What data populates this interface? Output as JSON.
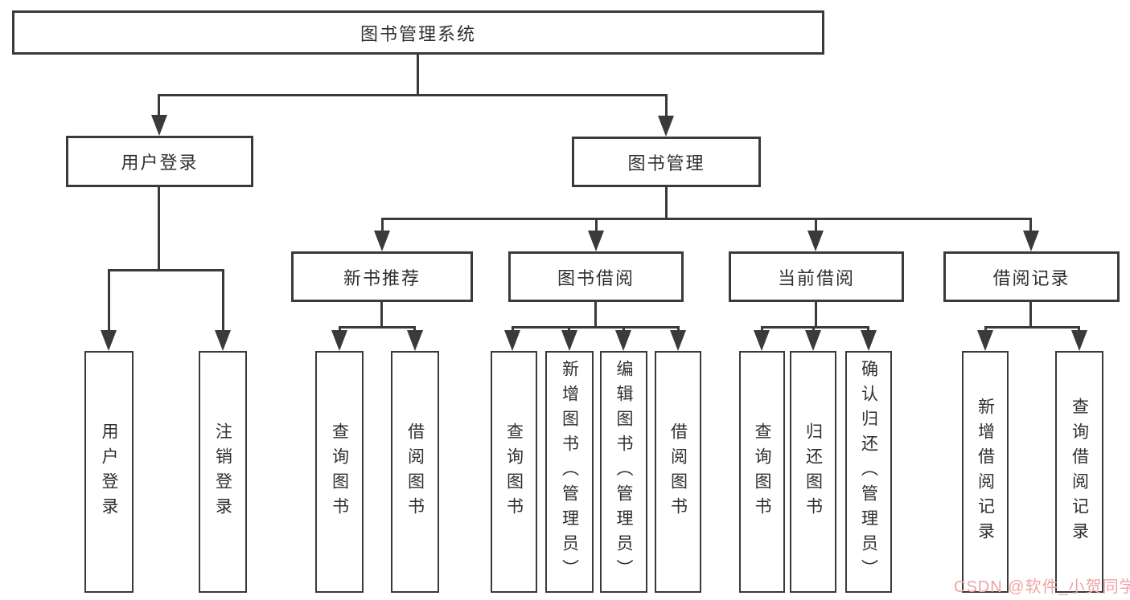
{
  "diagram_title": "图书管理系统",
  "tree": {
    "root": {
      "label": "图书管理系统"
    },
    "level2": [
      {
        "label": "用户登录"
      },
      {
        "label": "图书管理"
      }
    ],
    "level3": [
      {
        "label": "新书推荐",
        "parent": "图书管理"
      },
      {
        "label": "图书借阅",
        "parent": "图书管理"
      },
      {
        "label": "当前借阅",
        "parent": "图书管理"
      },
      {
        "label": "借阅记录",
        "parent": "图书管理"
      }
    ],
    "leaves": [
      {
        "label": "用户登录",
        "parent": "用户登录"
      },
      {
        "label": "注销登录",
        "parent": "用户登录"
      },
      {
        "label": "查询图书",
        "parent": "新书推荐"
      },
      {
        "label": "借阅图书",
        "parent": "新书推荐"
      },
      {
        "label": "查询图书",
        "parent": "图书借阅"
      },
      {
        "label": "新增图书（管理员）",
        "parent": "图书借阅"
      },
      {
        "label": "编辑图书（管理员）",
        "parent": "图书借阅"
      },
      {
        "label": "借阅图书",
        "parent": "图书借阅"
      },
      {
        "label": "查询图书",
        "parent": "当前借阅"
      },
      {
        "label": "归还图书",
        "parent": "当前借阅"
      },
      {
        "label": "确认归还（管理员）",
        "parent": "当前借阅"
      },
      {
        "label": "新增借阅记录",
        "parent": "借阅记录"
      },
      {
        "label": "查询借阅记录",
        "parent": "借阅记录"
      }
    ]
  },
  "watermark": {
    "text": "CSDN @软件_小贺同学",
    "color": "#f0a3a3"
  },
  "colors": {
    "line": "#3a3a3a",
    "text": "#2f2f2f",
    "background": "#ffffff"
  }
}
